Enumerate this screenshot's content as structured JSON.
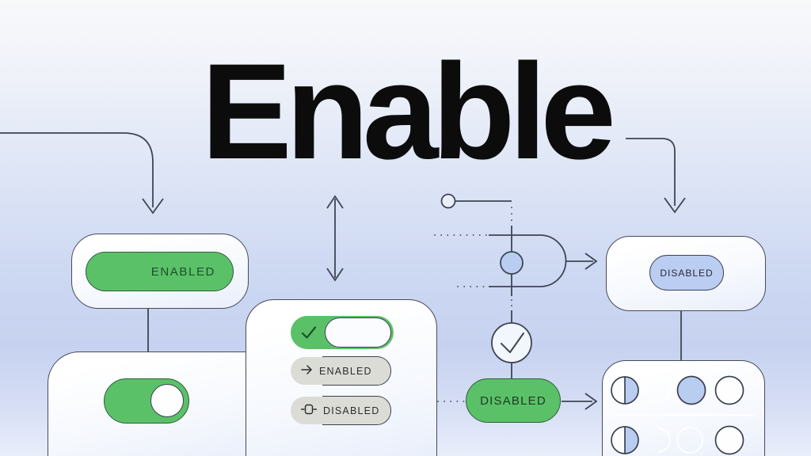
{
  "headline": {
    "title": "Enable"
  },
  "left_card": {
    "label": "ENABLED",
    "pill_state": "on"
  },
  "toggle_card": {
    "toggle_state": "on"
  },
  "switch_card": {
    "toggle_row": {
      "state": "checked",
      "icon": "check-icon"
    },
    "rows": [
      {
        "icon": "arrow-right-icon",
        "label": "ENABLED"
      },
      {
        "icon": "component-icon",
        "label": "DISABLED"
      }
    ]
  },
  "flow": {
    "pill_label": "DISABLED",
    "nodes": [
      "circle-node",
      "blue-dot-node",
      "check-circle-node"
    ]
  },
  "right_card": {
    "label": "DISABLED",
    "pill_state": "off"
  },
  "dots_card": {
    "rows": [
      [
        "half-filled-circle",
        "faint-arc",
        "blue-circle",
        "white-circle"
      ],
      [
        "half-filled-circle",
        "faint-arc",
        "faint-circle",
        "white-circle"
      ]
    ]
  },
  "colors": {
    "green": "#5bc168",
    "light_blue": "#bccdf2",
    "gray_pill": "#dcdcd6",
    "line": "#3e4553",
    "card_border": "#454c5a",
    "headline_text": "#0c0c0d"
  }
}
